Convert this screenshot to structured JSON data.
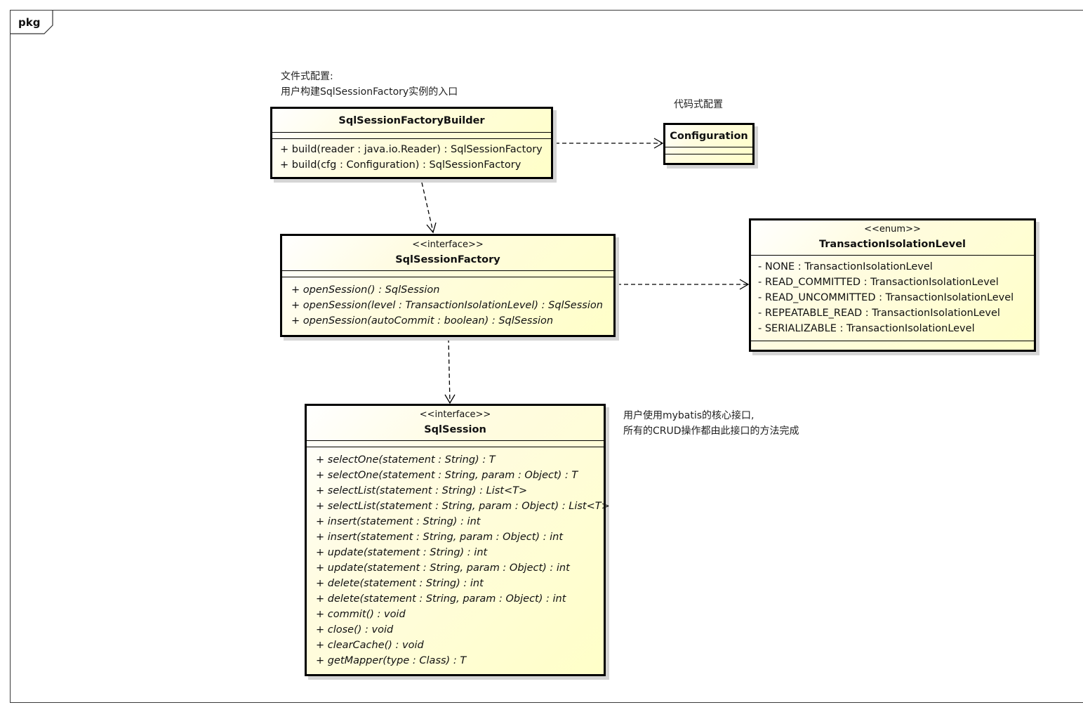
{
  "frame": {
    "label": "pkg"
  },
  "notes": {
    "builder_note": [
      "文件式配置:",
      "用户构建SqlSessionFactory实例的入口"
    ],
    "config_note": "代码式配置",
    "session_note": [
      "用户使用mybatis的核心接口,",
      "所有的CRUD操作都由此接口的方法完成"
    ]
  },
  "classes": {
    "builder": {
      "name": "SqlSessionFactoryBuilder",
      "operations": [
        "+ build(reader : java.io.Reader) : SqlSessionFactory",
        "+ build(cfg : Configuration) : SqlSessionFactory"
      ]
    },
    "configuration": {
      "name": "Configuration"
    },
    "factory": {
      "stereotype": "<<interface>>",
      "name": "SqlSessionFactory",
      "operations": [
        "+ openSession() : SqlSession",
        "+ openSession(level : TransactionIsolationLevel) : SqlSession",
        "+ openSession(autoCommit : boolean) : SqlSession"
      ]
    },
    "isolation": {
      "stereotype": "<<enum>>",
      "name": "TransactionIsolationLevel",
      "attributes": [
        "- NONE : TransactionIsolationLevel",
        "- READ_COMMITTED : TransactionIsolationLevel",
        "- READ_UNCOMMITTED : TransactionIsolationLevel",
        "- REPEATABLE_READ : TransactionIsolationLevel",
        "- SERIALIZABLE : TransactionIsolationLevel"
      ]
    },
    "session": {
      "stereotype": "<<interface>>",
      "name": "SqlSession",
      "operations": [
        "+ selectOne(statement : String) : T",
        "+ selectOne(statement : String, param : Object) : T",
        "+ selectList(statement : String) : List<T>",
        "+ selectList(statement : String, param : Object) : List<T>",
        "+ insert(statement : String) : int",
        "+ insert(statement : String, param : Object) : int",
        "+ update(statement : String) : int",
        "+ update(statement : String, param : Object) : int",
        "+ delete(statement : String) : int",
        "+ delete(statement : String, param : Object) : int",
        "+ commit() : void",
        "+ close() : void",
        "+ clearCache() : void",
        "+ getMapper(type : Class) : T"
      ]
    }
  }
}
